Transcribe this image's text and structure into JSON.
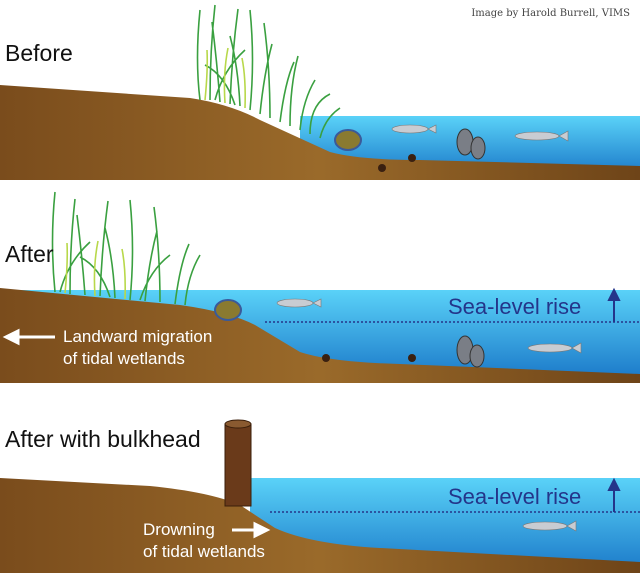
{
  "credit": "Image by Harold Burrell, VIMS",
  "panels": {
    "before": {
      "title": "Before"
    },
    "after": {
      "title": "After",
      "sea_level_label": "Sea-level rise",
      "migration_label_1": "Landward migration",
      "migration_label_2": "of tidal wetlands"
    },
    "bulkhead": {
      "title": "After with bulkhead",
      "sea_level_label": "Sea-level rise",
      "drowning_label_1": "Drowning",
      "drowning_label_2": "of tidal wetlands"
    }
  },
  "colors": {
    "ground": "#8a5a22",
    "water_top": "#5ad2f8",
    "water_bottom": "#1a78c8",
    "text_blue": "#24358a"
  }
}
